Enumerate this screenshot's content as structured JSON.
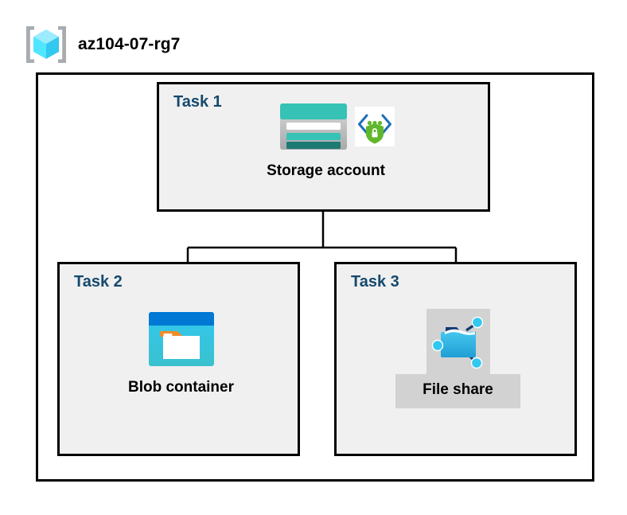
{
  "header": {
    "icon": "resource-group-icon",
    "title": "az104-07-rg7"
  },
  "diagram": {
    "type": "hierarchy",
    "container_label": "az104-07-rg7",
    "tasks": [
      {
        "id": "task-1",
        "label": "Task 1",
        "node_caption": "Storage account",
        "icons": [
          "storage-account-icon",
          "secure-endpoint-shield-icon"
        ],
        "highlighted": false
      },
      {
        "id": "task-2",
        "label": "Task 2",
        "node_caption": "Blob container",
        "icons": [
          "blob-container-icon"
        ],
        "highlighted": false
      },
      {
        "id": "task-3",
        "label": "Task 3",
        "node_caption": "File share",
        "icons": [
          "file-share-icon"
        ],
        "highlighted": true
      }
    ],
    "connections": [
      {
        "from": "Storage account",
        "to": "Blob container"
      },
      {
        "from": "Storage account",
        "to": "File share"
      }
    ]
  },
  "colors": {
    "task_label": "#14496E",
    "task_box_fill": "#F0F0F0",
    "border": "#000000",
    "highlight": "#D2D2D2",
    "storage_teal": "#2FBFB0",
    "storage_teal_dark": "#23867C",
    "blob_blue": "#0078D4",
    "blob_cyan": "#32C8E8",
    "blob_orange": "#F28C28",
    "shield_green": "#5FB72C",
    "chevron_blue": "#1E6FB8",
    "cube_cyan": "#50E6FF",
    "bracket_gray": "#A0A4A8"
  }
}
